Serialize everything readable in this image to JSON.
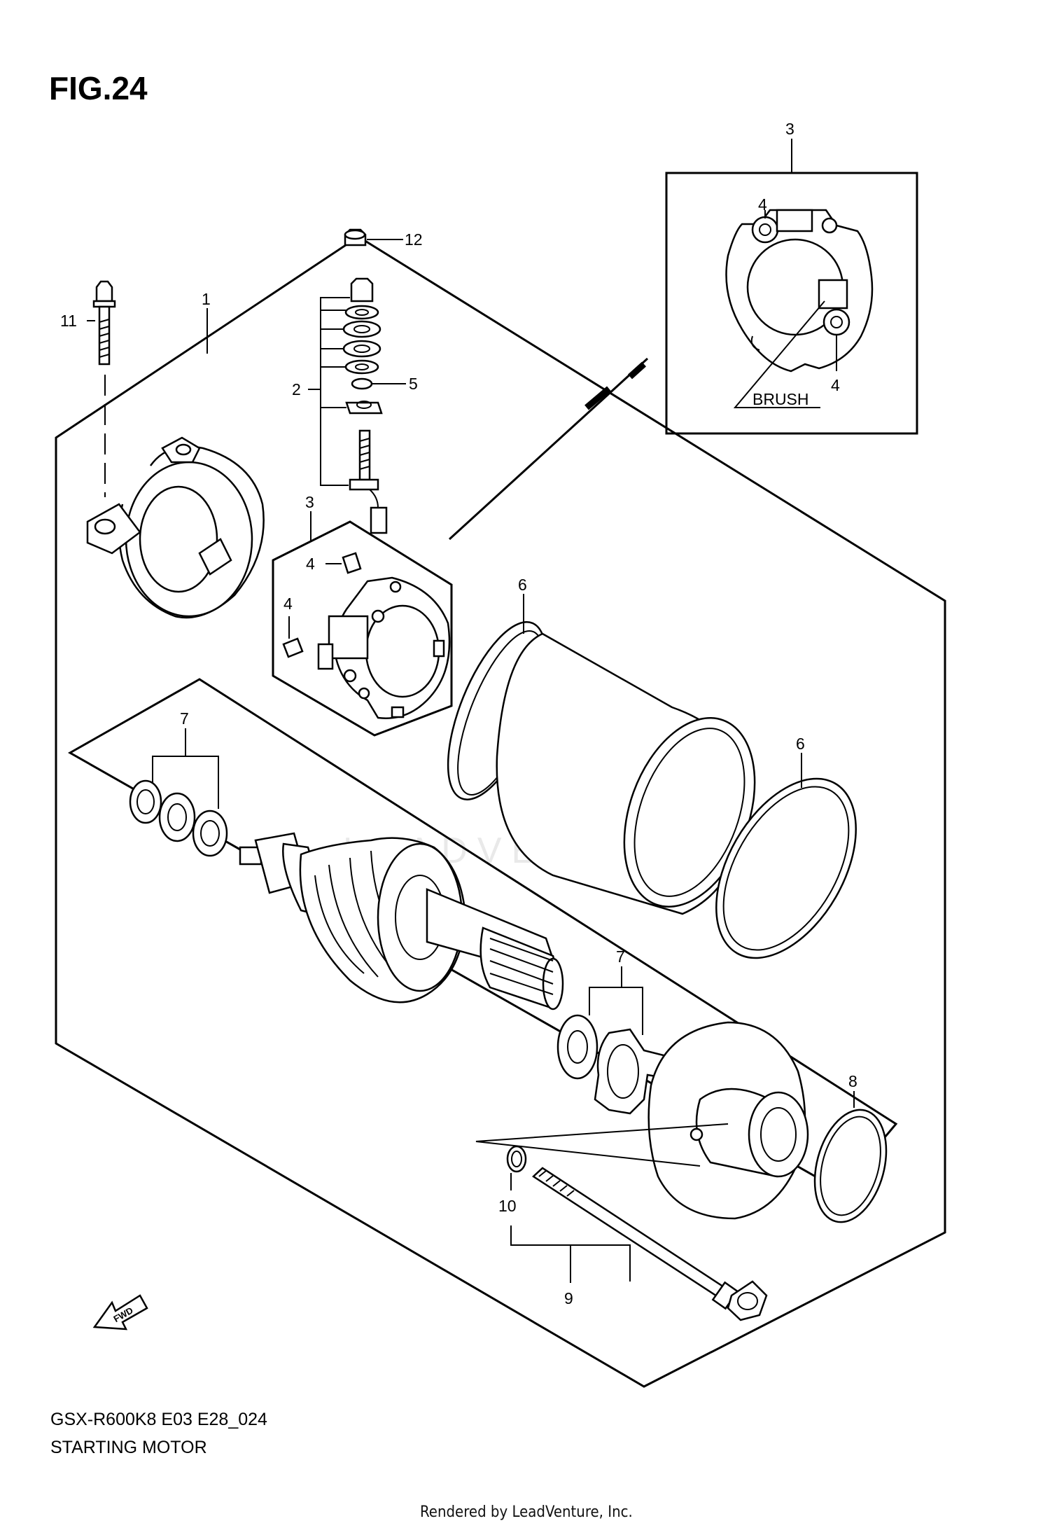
{
  "figure": {
    "title": "FIG.24",
    "model_code": "GSX-R600K8 E03 E28_024",
    "name": "STARTING MOTOR",
    "rendered_by": "Rendered by LeadVenture, Inc.",
    "watermark": "LEADVENTURE",
    "fwd_label": "FWD"
  },
  "callouts": {
    "c1": "1",
    "c2": "2",
    "c3_inset": "3",
    "c3_main": "3",
    "c4_inset_top": "4",
    "c4_inset_bottom": "4",
    "c4_main_a": "4",
    "c4_main_b": "4",
    "c5": "5",
    "c6_a": "6",
    "c6_b": "6",
    "c7_a": "7",
    "c7_b": "7",
    "c8": "8",
    "c9": "9",
    "c10": "10",
    "c11": "11",
    "c12": "12",
    "brush": "BRUSH"
  }
}
